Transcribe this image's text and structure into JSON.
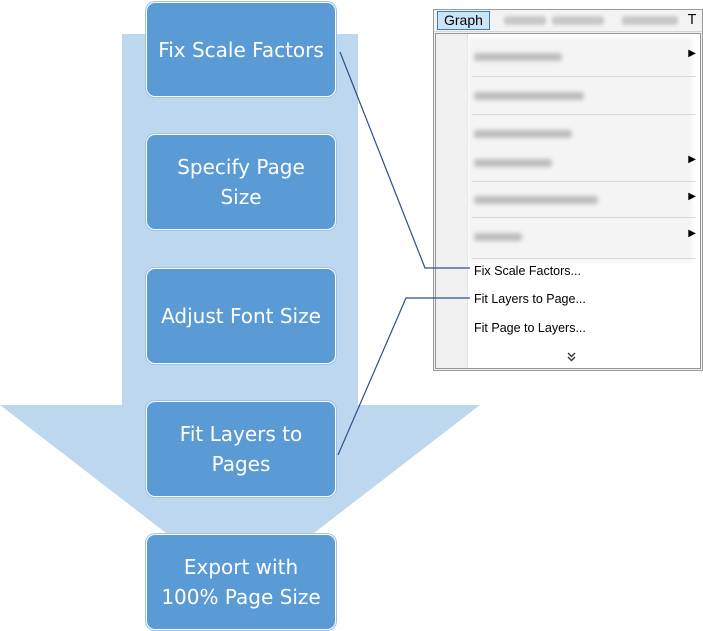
{
  "steps": [
    {
      "label": "Fix Scale Factors"
    },
    {
      "label_lines": [
        "Specify Page",
        "Size"
      ]
    },
    {
      "label": "Adjust Font Size"
    },
    {
      "label_lines": [
        "Fit Layers to",
        "Pages"
      ]
    },
    {
      "label_lines": [
        "Export with",
        "100% Page Size"
      ]
    }
  ],
  "menu": {
    "menubar": {
      "active": "Graph",
      "truncated_next": "T"
    },
    "items": [
      {
        "label": "Fix Scale Factors..."
      },
      {
        "label": "Fit Layers to Page..."
      },
      {
        "label": "Fit Page to Layers..."
      }
    ],
    "more_icon": "double-chevron-down-icon"
  },
  "colors": {
    "arrow": "#bdd7ee",
    "box": "#5b9bd5",
    "box_border": "#ffffff",
    "connector": "#2e4f8a",
    "menu_highlight": "#cce4f7"
  }
}
